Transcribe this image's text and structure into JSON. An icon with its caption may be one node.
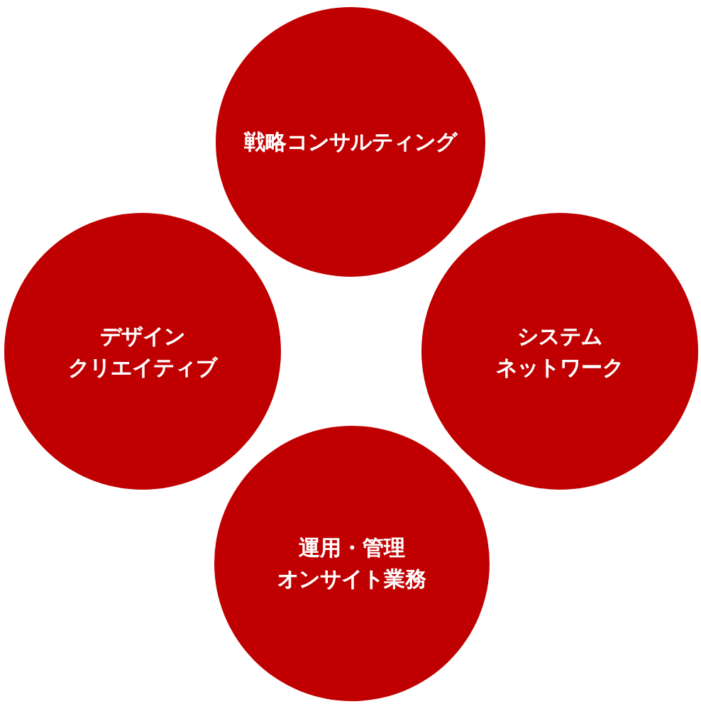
{
  "diagram": {
    "nodes": [
      {
        "text": [
          "戦略コンサルティング"
        ]
      },
      {
        "text": [
          "デザインクリエイティブ"
        ]
      },
      {
        "text": [
          "システムネットワーク"
        ]
      },
      {
        "text": [
          "運用・管理オンサイト業務"
        ]
      }
    ]
  }
}
